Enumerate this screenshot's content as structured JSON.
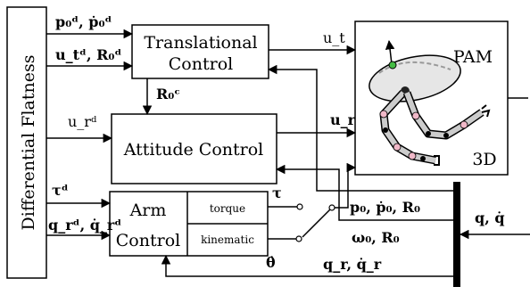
{
  "blocks": {
    "flatness": "Differential Flatness",
    "trans_line1": "Translational",
    "trans_line2": "Control",
    "attitude": "Attitude Control",
    "arm_line1": "Arm",
    "arm_line2": "Control",
    "torque": "torque",
    "kinematic": "kinematic",
    "pam": "PAM",
    "three_d": "3D"
  },
  "signals": {
    "p0d": "p",
    "p0d_full": "p₀ᵈ, ṗ₀ᵈ",
    "utd_R0d": "u_tᵈ, R₀ᵈ",
    "R0c": "R₀ᶜ",
    "urd": "u_rᵈ",
    "taud": "τᵈ",
    "qrd": "q_rᵈ, q̇_rᵈ",
    "ut": "u_t",
    "ur": "u_r",
    "tau": "τ",
    "thetadot": "θ̇",
    "p0_state": "p₀, ṗ₀, R₀",
    "omega_R0": "ω₀, R₀",
    "q_qdot": "q, q̇",
    "qr_qrdot": "q_r, q̇_r"
  }
}
